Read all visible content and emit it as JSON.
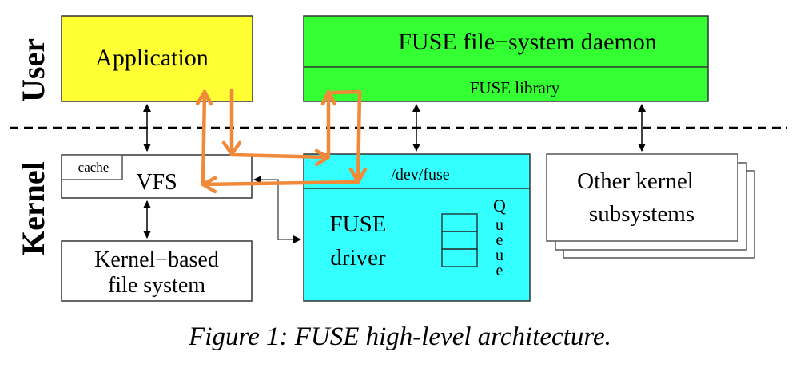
{
  "lanes": {
    "user": "User",
    "kernel": "Kernel"
  },
  "boxes": {
    "application": {
      "label": "Application",
      "color": "#ffff33"
    },
    "fuse_daemon": {
      "label": "FUSE file−system daemon",
      "color": "#33ff33"
    },
    "fuse_library": {
      "label": "FUSE library",
      "color": "#33ff33"
    },
    "vfs": {
      "label": "VFS",
      "cache_label": "cache"
    },
    "kernel_fs": {
      "label_line1": "Kernel−based",
      "label_line2": "file system"
    },
    "dev_fuse": {
      "label": "/dev/fuse",
      "color": "#33ffff"
    },
    "fuse_driver": {
      "label_line1": "FUSE",
      "label_line2": "driver",
      "color": "#33ffff"
    },
    "queue": {
      "letters": [
        "Q",
        "u",
        "e",
        "u",
        "e"
      ],
      "slots": 3
    },
    "other_kernel": {
      "label_line1": "Other kernel",
      "label_line2": "subsystems"
    }
  },
  "flow": {
    "color": "#f08a3a"
  },
  "caption": "Figure 1: FUSE high-level architecture."
}
